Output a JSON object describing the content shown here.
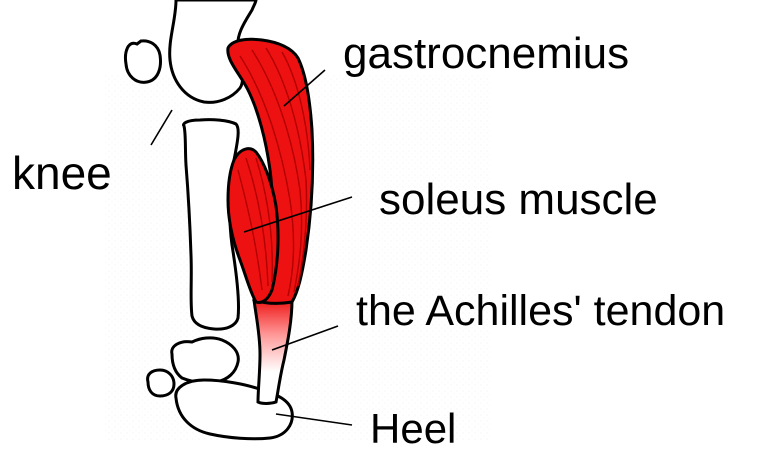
{
  "labels": {
    "gastrocnemius": "gastrocnemius",
    "knee": "knee",
    "soleus": "soleus muscle",
    "achilles": "the Achilles' tendon",
    "heel": "Heel"
  },
  "colors": {
    "muscle_fill": "#ee1111",
    "muscle_fiber": "#b30000",
    "outline": "#000000",
    "bone_fill": "#ffffff",
    "tendon_fill": "#ffffff",
    "text": "#000000"
  }
}
